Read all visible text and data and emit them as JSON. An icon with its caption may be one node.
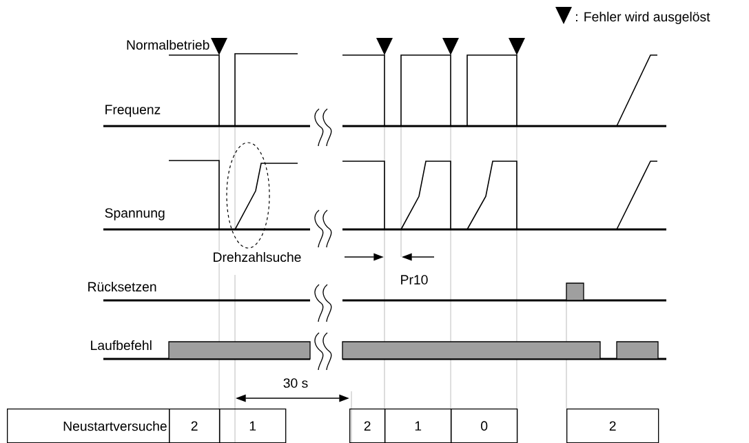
{
  "diagram": {
    "nodes": [
      {
        "text": [
          "Neustartversuche"
        ]
      },
      {
        "text": [
          "2"
        ]
      },
      {
        "text": [
          "1"
        ]
      },
      {
        "text": [
          "2"
        ]
      },
      {
        "text": [
          "1"
        ]
      },
      {
        "text": [
          "0"
        ]
      },
      {
        "text": [
          "2"
        ]
      }
    ],
    "labels": [
      "Normalbetrieb",
      "Frequenz",
      "Spannung",
      "Drehzahlsuche",
      "Pr10",
      "Rücksetzen",
      "Laufbefehl",
      "30 s"
    ],
    "legend": [
      {
        "text": ": Fehler wird ausgelöst"
      }
    ]
  }
}
